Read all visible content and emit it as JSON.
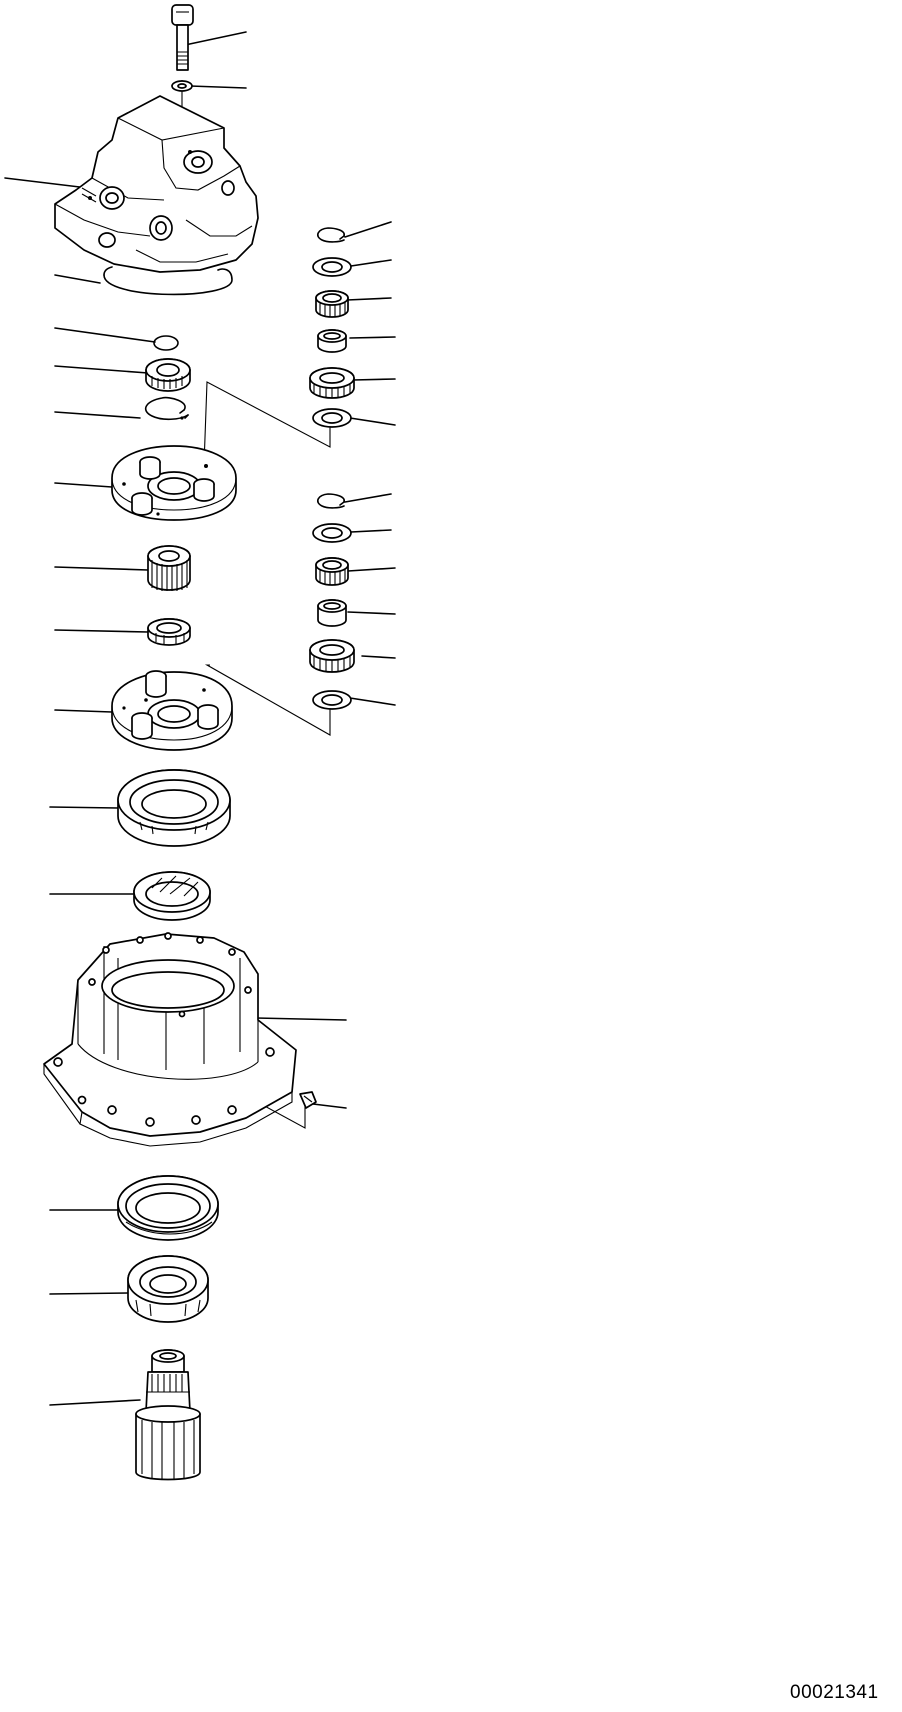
{
  "diagram": {
    "type": "exploded-parts-view",
    "document_number": "00021341",
    "line_color": "#000000",
    "background_color": "#ffffff",
    "parts": [
      {
        "name": "bolt"
      },
      {
        "name": "washer"
      },
      {
        "name": "swing-motor"
      },
      {
        "name": "o-ring"
      },
      {
        "name": "small-o-ring"
      },
      {
        "name": "bearing"
      },
      {
        "name": "snap-ring"
      },
      {
        "name": "planetary-carrier"
      },
      {
        "name": "sun-gear"
      },
      {
        "name": "thrust-ring"
      },
      {
        "name": "planetary-carrier"
      },
      {
        "name": "main-bearing"
      },
      {
        "name": "seal"
      },
      {
        "name": "housing"
      },
      {
        "name": "plug"
      },
      {
        "name": "oil-seal"
      },
      {
        "name": "bearing"
      },
      {
        "name": "pinion-shaft"
      },
      {
        "name": "snap-ring"
      },
      {
        "name": "thrust-washer"
      },
      {
        "name": "needle-bearing"
      },
      {
        "name": "bushing"
      },
      {
        "name": "planet-gear"
      },
      {
        "name": "thrust-washer"
      },
      {
        "name": "snap-ring"
      },
      {
        "name": "thrust-washer"
      },
      {
        "name": "needle-bearing"
      },
      {
        "name": "bushing"
      },
      {
        "name": "planet-gear"
      },
      {
        "name": "thrust-washer"
      }
    ]
  }
}
